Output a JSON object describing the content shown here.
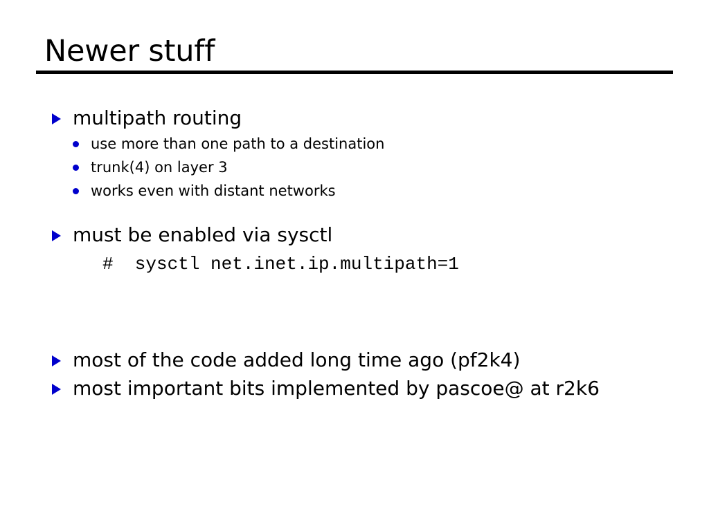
{
  "slide": {
    "title": "Newer stuff",
    "background_color": "#ffffff",
    "text_color": "#000000",
    "bullet_color": "#0000cc",
    "rule_color": "#000000",
    "sections": [
      {
        "bullet_marker": "triangle-bullet",
        "text": "multipath routing",
        "sub_items": [
          "use more than one path to a destination",
          "trunk(4) on layer 3",
          "works even with distant networks"
        ]
      },
      {
        "bullet_marker": "triangle-bullet",
        "text": "must be enabled via sysctl",
        "command": "#  sysctl net.inet.ip.multipath=1"
      },
      {
        "bullet_marker": "triangle-bullet",
        "text": "most of the code added long time ago (pf2k4)"
      },
      {
        "bullet_marker": "triangle-bullet",
        "text": "most important bits implemented by pascoe@ at r2k6"
      }
    ]
  }
}
